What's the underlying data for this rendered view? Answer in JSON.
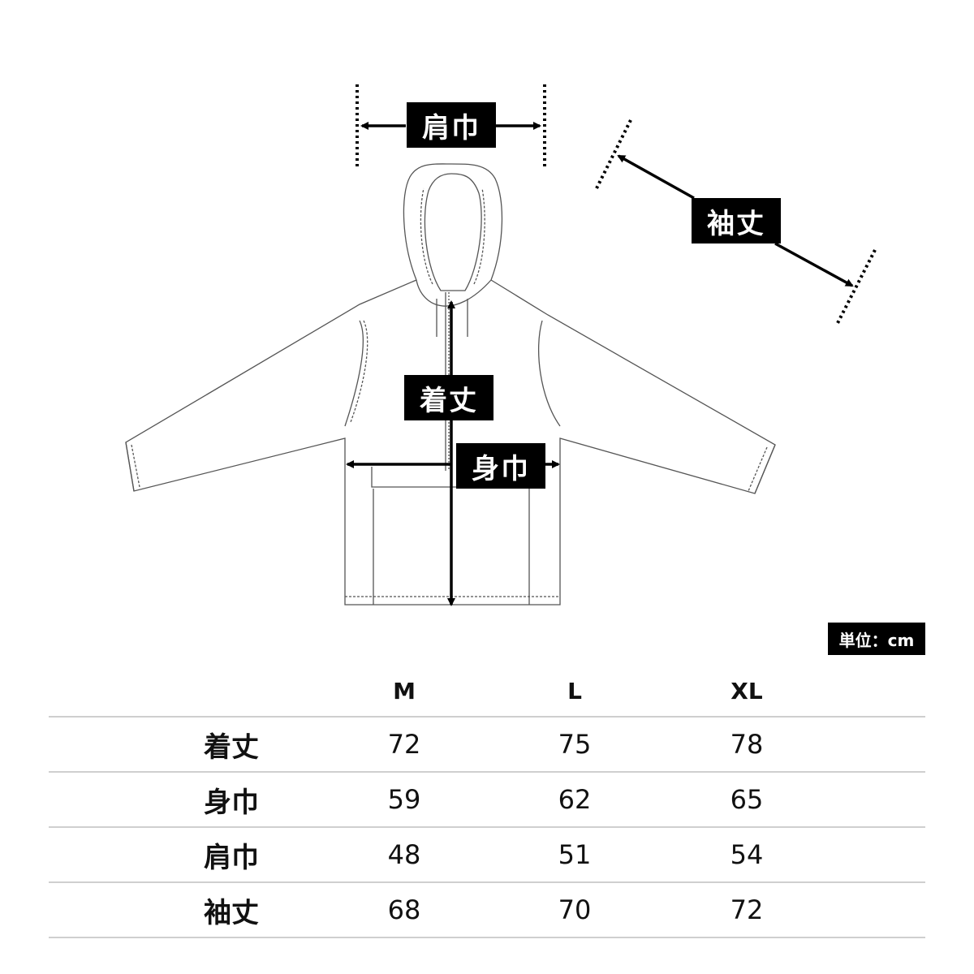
{
  "diagram": {
    "labels": {
      "shoulder_width": "肩巾",
      "sleeve_length": "袖丈",
      "body_length": "着丈",
      "body_width": "身巾"
    },
    "unit_label": "単位：cm"
  },
  "table": {
    "headers": [
      "",
      "M",
      "L",
      "XL"
    ],
    "rows": [
      {
        "label": "着丈",
        "values": [
          "72",
          "75",
          "78"
        ]
      },
      {
        "label": "身巾",
        "values": [
          "59",
          "62",
          "65"
        ]
      },
      {
        "label": "肩巾",
        "values": [
          "48",
          "51",
          "54"
        ]
      },
      {
        "label": "袖丈",
        "values": [
          "68",
          "70",
          "72"
        ]
      }
    ]
  }
}
